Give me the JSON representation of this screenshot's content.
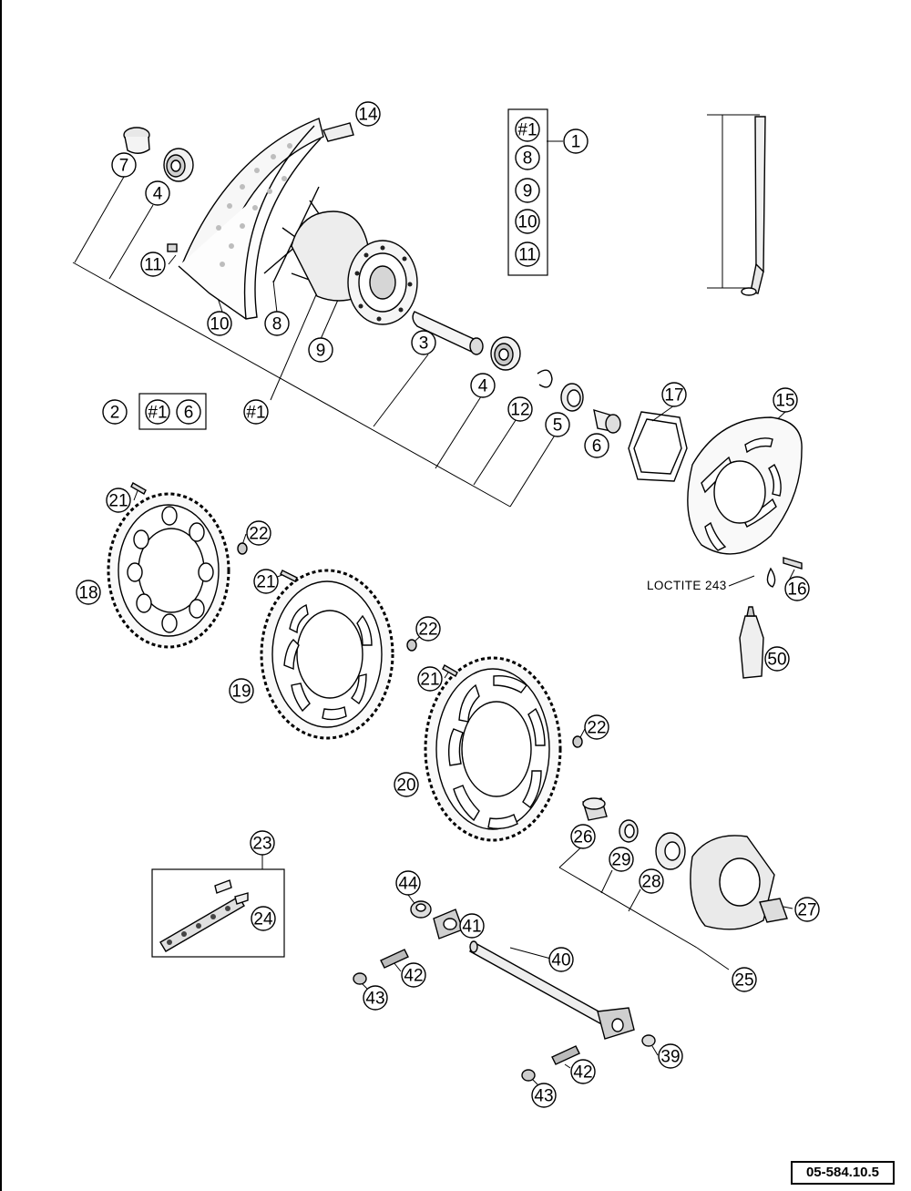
{
  "diagram": {
    "reference_code": "05-584.10.5",
    "note": "LOCTITE 243",
    "callouts": [
      {
        "id": "c14",
        "label": "14"
      },
      {
        "id": "c1",
        "label": "1"
      },
      {
        "id": "c7",
        "label": "7"
      },
      {
        "id": "c4a",
        "label": "4"
      },
      {
        "id": "c11",
        "label": "11"
      },
      {
        "id": "c10",
        "label": "10"
      },
      {
        "id": "c8",
        "label": "8"
      },
      {
        "id": "c9",
        "label": "9"
      },
      {
        "id": "c3",
        "label": "3"
      },
      {
        "id": "c4b",
        "label": "4"
      },
      {
        "id": "c12",
        "label": "12"
      },
      {
        "id": "c5",
        "label": "5"
      },
      {
        "id": "c6a",
        "label": "6"
      },
      {
        "id": "c17",
        "label": "17"
      },
      {
        "id": "c15",
        "label": "15"
      },
      {
        "id": "c2",
        "label": "2"
      },
      {
        "id": "c6b",
        "label": "6"
      },
      {
        "id": "cH2",
        "label": "#1"
      },
      {
        "id": "c21a",
        "label": "21"
      },
      {
        "id": "c22a",
        "label": "22"
      },
      {
        "id": "c18",
        "label": "18"
      },
      {
        "id": "c21b",
        "label": "21"
      },
      {
        "id": "c22b",
        "label": "22"
      },
      {
        "id": "c19",
        "label": "19"
      },
      {
        "id": "c21c",
        "label": "21"
      },
      {
        "id": "c22c",
        "label": "22"
      },
      {
        "id": "c20",
        "label": "20"
      },
      {
        "id": "c16",
        "label": "16"
      },
      {
        "id": "c50",
        "label": "50"
      },
      {
        "id": "c23",
        "label": "23"
      },
      {
        "id": "c24",
        "label": "24"
      },
      {
        "id": "c44",
        "label": "44"
      },
      {
        "id": "c41",
        "label": "41"
      },
      {
        "id": "c42a",
        "label": "42"
      },
      {
        "id": "c43a",
        "label": "43"
      },
      {
        "id": "c40",
        "label": "40"
      },
      {
        "id": "c26",
        "label": "26"
      },
      {
        "id": "c29",
        "label": "29"
      },
      {
        "id": "c28",
        "label": "28"
      },
      {
        "id": "c27",
        "label": "27"
      },
      {
        "id": "c25",
        "label": "25"
      },
      {
        "id": "c39",
        "label": "39"
      },
      {
        "id": "c42b",
        "label": "42"
      },
      {
        "id": "c43b",
        "label": "43"
      }
    ],
    "kit_box": [
      {
        "id": "k1",
        "label": "#1"
      },
      {
        "id": "k8",
        "label": "8"
      },
      {
        "id": "k9",
        "label": "9"
      },
      {
        "id": "k10",
        "label": "10"
      },
      {
        "id": "k11",
        "label": "11"
      }
    ],
    "kit2_box": [
      {
        "id": "s1",
        "label": "#1"
      },
      {
        "id": "s6",
        "label": "6"
      }
    ]
  }
}
